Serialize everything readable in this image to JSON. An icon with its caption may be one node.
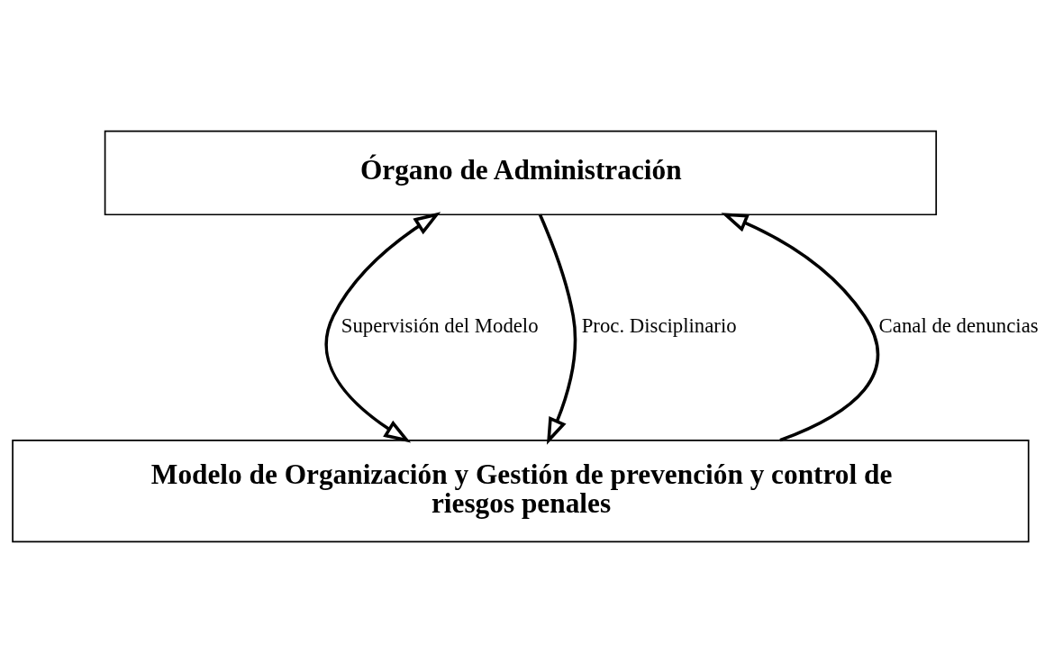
{
  "diagram": {
    "nodes": [
      {
        "text": [
          "Órgano de Administración"
        ]
      },
      {
        "text": [
          "Modelo de Organización y Gestión de prevención y control de riesgos penales"
        ]
      }
    ],
    "edges": [
      {
        "from": 1,
        "to": 0,
        "arrow": "to",
        "label": "Canal de denuncias"
      },
      {
        "from": 0,
        "to": 1,
        "arrow": "both",
        "label": "Supervisión del Modelo"
      },
      {
        "from": 0,
        "to": 1,
        "arrow": "to",
        "label": "Proc. Disciplinario"
      }
    ]
  }
}
